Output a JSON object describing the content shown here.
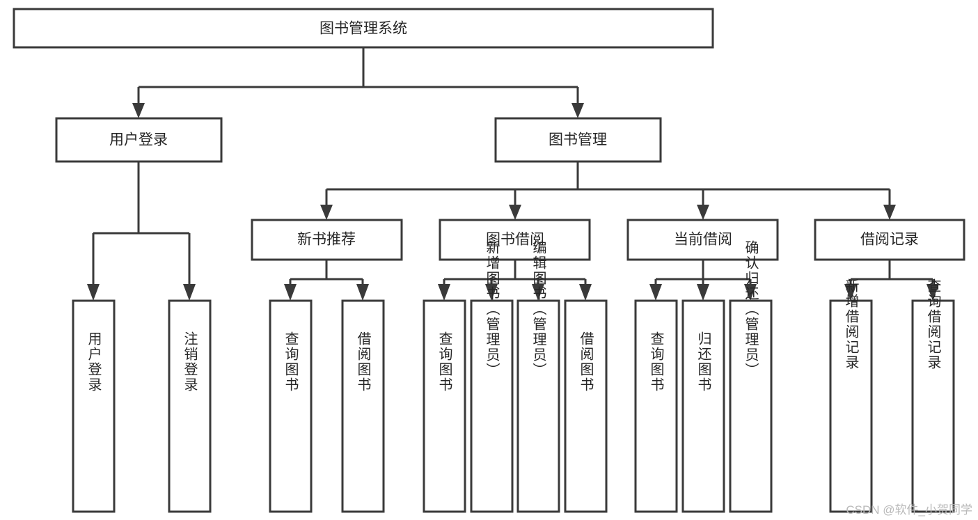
{
  "diagram": {
    "title": "图书管理系统",
    "type": "tree-hierarchy-chart",
    "colors": {
      "box_stroke": "#3a3a3a",
      "box_fill": "#ffffff",
      "text": "#262626",
      "background": "#ffffff",
      "watermark": "#b9b9b9"
    },
    "root": {
      "label": "图书管理系统"
    },
    "level2": [
      {
        "label": "用户登录"
      },
      {
        "label": "图书管理"
      }
    ],
    "level3": [
      {
        "label": "新书推荐"
      },
      {
        "label": "图书借阅"
      },
      {
        "label": "当前借阅"
      },
      {
        "label": "借阅记录"
      }
    ],
    "leaves": {
      "user_login": [
        {
          "label": "用户登录"
        },
        {
          "label": "注销登录"
        }
      ],
      "new_book_recommend": [
        {
          "label": "查询图书"
        },
        {
          "label": "借阅图书"
        }
      ],
      "book_borrow": [
        {
          "label": "查询图书"
        },
        {
          "label": "新增图书（管理员）"
        },
        {
          "label": "编辑图书（管理员）"
        },
        {
          "label": "借阅图书"
        }
      ],
      "current_borrow": [
        {
          "label": "查询图书"
        },
        {
          "label": "归还图书"
        },
        {
          "label": "确认归还（管理员）"
        }
      ],
      "borrow_record": [
        {
          "label": "新增借阅记录"
        },
        {
          "label": "查询借阅记录"
        }
      ]
    }
  },
  "watermark": {
    "text": "CSDN @软件_小贺同学"
  }
}
